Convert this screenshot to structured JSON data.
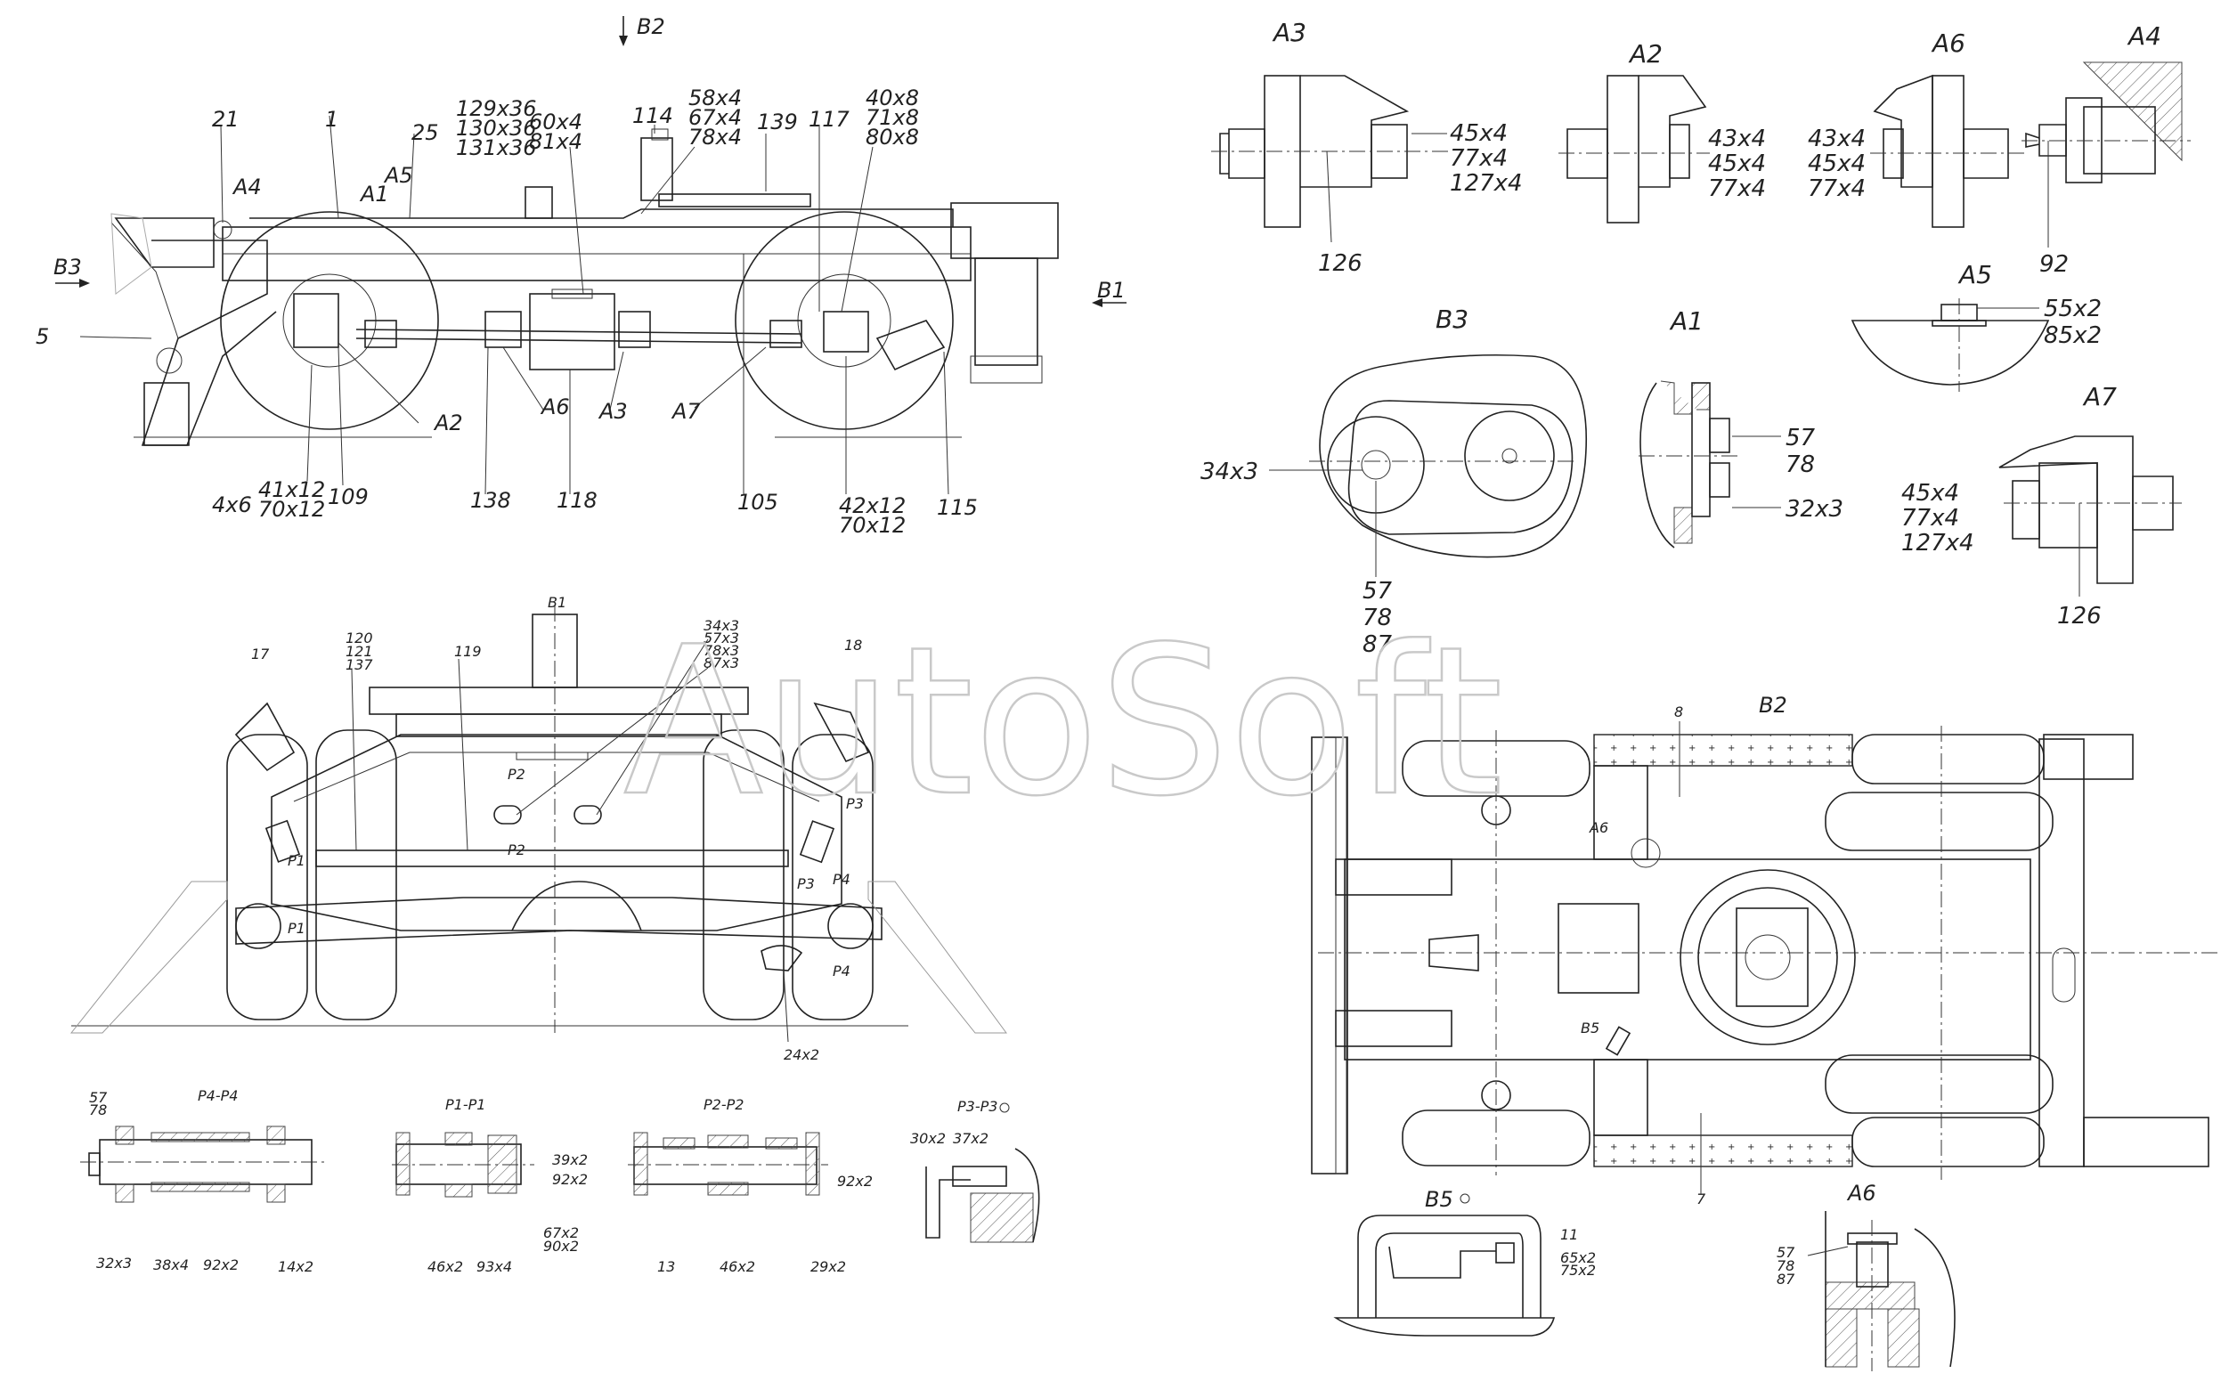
{
  "watermark": "AutoSoft",
  "main_view": {
    "labels": [
      "21",
      "1",
      "25",
      "129x36",
      "130x36",
      "131x36",
      "60x4",
      "81x4",
      "114",
      "58x4",
      "67x4",
      "78x4",
      "139",
      "117",
      "40x8",
      "71x8",
      "80x8",
      "5",
      "4x6",
      "41x12",
      "70x12",
      "109",
      "138",
      "118",
      "105",
      "42x12",
      "70x12",
      "115"
    ],
    "callouts": [
      "A4",
      "A1",
      "A5",
      "A2",
      "A6",
      "A3",
      "A7"
    ],
    "arrows": [
      "B1",
      "B2",
      "B3"
    ]
  },
  "detail_A3": {
    "title": "A3",
    "labels": [
      "45x4",
      "77x4",
      "127x4",
      "126"
    ]
  },
  "detail_A2": {
    "title": "A2",
    "labels": [
      "43x4",
      "45x4",
      "77x4"
    ]
  },
  "detail_A6_top": {
    "title": "A6",
    "labels": [
      "43x4",
      "45x4",
      "77x4"
    ]
  },
  "detail_A4": {
    "title": "A4",
    "labels": [
      "92"
    ]
  },
  "detail_A5": {
    "title": "A5",
    "labels": [
      "55x2",
      "85x2"
    ]
  },
  "detail_B3": {
    "title": "B3",
    "labels": [
      "34x3",
      "57",
      "78",
      "87"
    ]
  },
  "detail_A1": {
    "title": "A1",
    "labels": [
      "57",
      "78",
      "32x3"
    ]
  },
  "detail_A7": {
    "title": "A7",
    "labels": [
      "45x4",
      "77x4",
      "127x4",
      "126"
    ]
  },
  "front_view": {
    "labels": [
      "B1",
      "120",
      "121",
      "137",
      "119",
      "34x3",
      "57x3",
      "78x3",
      "87x3",
      "17",
      "18",
      "24x2"
    ],
    "section_marks": [
      "P1",
      "P1",
      "P2",
      "P2",
      "P3",
      "P3",
      "P4",
      "P4"
    ]
  },
  "sections": {
    "p4": {
      "title": "P4-P4",
      "labels": [
        "57",
        "78",
        "32x3",
        "38x4",
        "92x2",
        "14x2"
      ]
    },
    "p1": {
      "title": "P1-P1",
      "labels": [
        "39x2",
        "92x2",
        "67x2",
        "90x2",
        "46x2",
        "93x4"
      ]
    },
    "p2": {
      "title": "P2-P2",
      "labels": [
        "92x2",
        "13",
        "46x2",
        "29x2"
      ]
    },
    "p3": {
      "title": "P3-P3",
      "labels": [
        "30x2",
        "37x2"
      ]
    }
  },
  "plan_view": {
    "title": "B2",
    "labels": [
      "8",
      "A6",
      "B5",
      "7"
    ]
  },
  "detail_B5": {
    "title": "B5",
    "labels": [
      "11",
      "65x2",
      "75x2"
    ]
  },
  "detail_A6_bottom": {
    "title": "A6",
    "labels": [
      "57",
      "78",
      "87"
    ]
  }
}
